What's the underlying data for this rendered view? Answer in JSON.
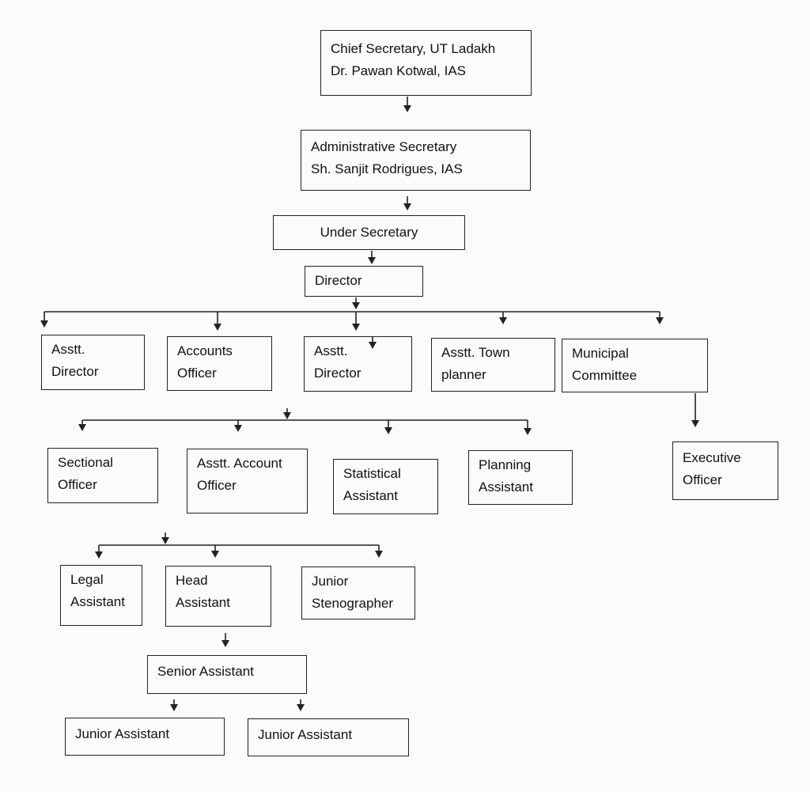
{
  "chart": {
    "chief_secretary": {
      "line1": "Chief Secretary, UT Ladakh",
      "line2": "Dr. Pawan Kotwal, IAS"
    },
    "administrative_secretary": {
      "line1": "Administrative Secretary",
      "line2": "Sh. Sanjit Rodrigues, IAS"
    },
    "under_secretary": {
      "line1": "Under Secretary"
    },
    "director": {
      "line1": "Director"
    },
    "asstt_director_1": {
      "line1": "Asstt.",
      "line2": "Director"
    },
    "accounts_officer": {
      "line1": "Accounts",
      "line2": "Officer"
    },
    "asstt_director_2": {
      "line1": "Asstt.",
      "line2": "Director"
    },
    "asstt_town_planner": {
      "line1": "Asstt. Town",
      "line2": "planner"
    },
    "municipal_committee": {
      "line1": "Municipal",
      "line2": "Committee"
    },
    "executive_officer": {
      "line1": "Executive",
      "line2": "Officer"
    },
    "sectional_officer": {
      "line1": "Sectional",
      "line2": "Officer"
    },
    "asstt_account_officer": {
      "line1": "Asstt. Account",
      "line2": "Officer"
    },
    "statistical_assistant": {
      "line1": "Statistical",
      "line2": "Assistant"
    },
    "planning_assistant": {
      "line1": "Planning",
      "line2": "Assistant"
    },
    "legal_assistant": {
      "line1": "Legal",
      "line2": "Assistant"
    },
    "head_assistant": {
      "line1": "Head",
      "line2": "Assistant"
    },
    "junior_stenographer": {
      "line1": "Junior",
      "line2": "Stenographer"
    },
    "senior_assistant": {
      "line1": "Senior Assistant"
    },
    "junior_assistant_1": {
      "line1": "Junior Assistant"
    },
    "junior_assistant_2": {
      "line1": "Junior Assistant"
    }
  }
}
